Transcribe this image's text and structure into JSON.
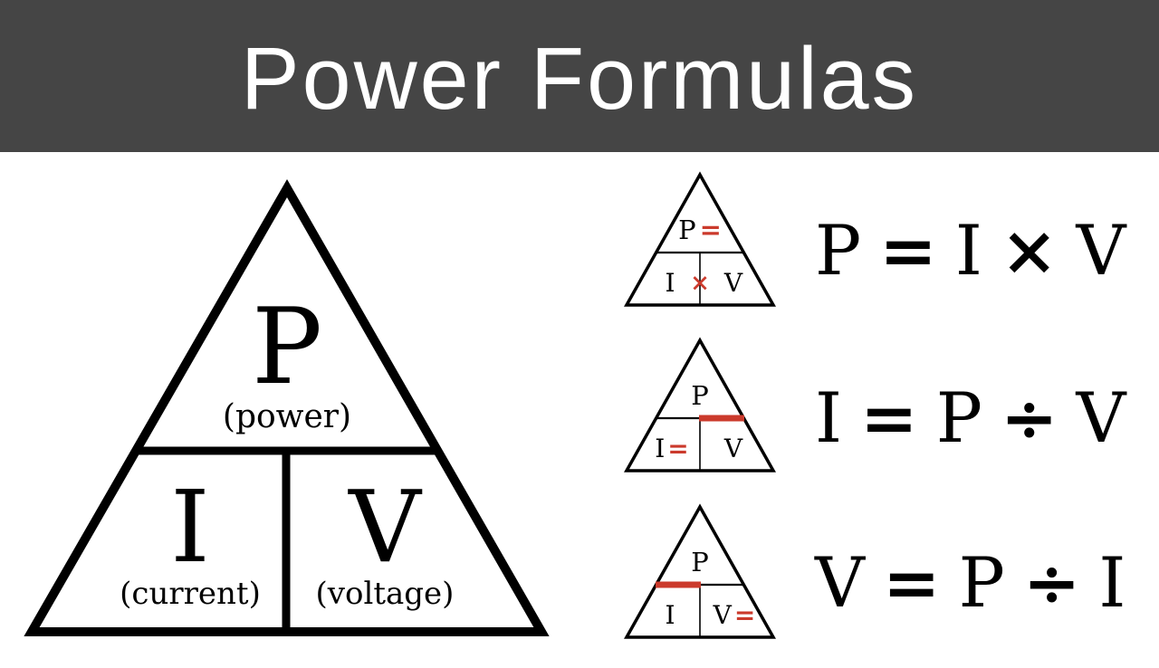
{
  "header": {
    "title": "Power Formulas"
  },
  "colors": {
    "header_bg": "#454545",
    "header_text": "#ffffff",
    "accent_red": "#cb3a2c",
    "ink": "#000000"
  },
  "main_triangle": {
    "top_symbol": "P",
    "top_label": "(power)",
    "left_symbol": "I",
    "left_label": "(current)",
    "right_symbol": "V",
    "right_label": "(voltage)"
  },
  "rows": [
    {
      "triangle": {
        "top": "P",
        "top_mark": "=",
        "left": "I",
        "mid_mark": "×",
        "right": "V"
      },
      "formula": {
        "result": "P",
        "equals": "=",
        "a": "I",
        "op": "×",
        "b": "V"
      }
    },
    {
      "triangle": {
        "top": "P",
        "left": "I",
        "left_mark": "=",
        "right": "V"
      },
      "formula": {
        "result": "I",
        "equals": "=",
        "a": "P",
        "op": "÷",
        "b": "V"
      }
    },
    {
      "triangle": {
        "top": "P",
        "left": "I",
        "right": "V",
        "right_mark": "="
      },
      "formula": {
        "result": "V",
        "equals": "=",
        "a": "P",
        "op": "÷",
        "b": "I"
      }
    }
  ]
}
